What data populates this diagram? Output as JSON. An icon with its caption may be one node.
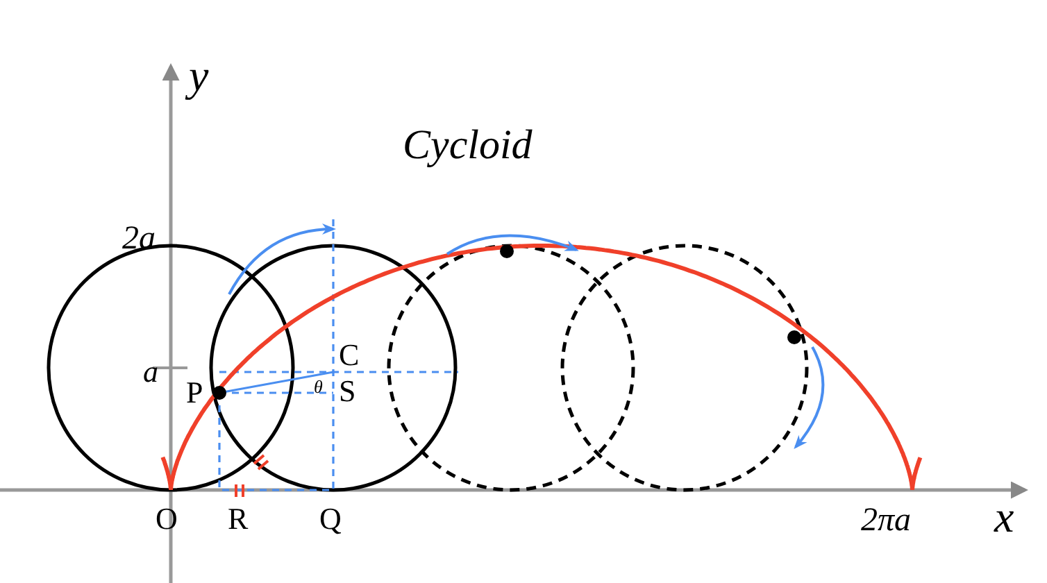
{
  "diagram": {
    "title": "Cycloid",
    "labels": [
      "y",
      "2a",
      "a",
      "P",
      "C",
      "θ",
      "S",
      "O",
      "R",
      "Q",
      "2πa",
      "x"
    ]
  }
}
